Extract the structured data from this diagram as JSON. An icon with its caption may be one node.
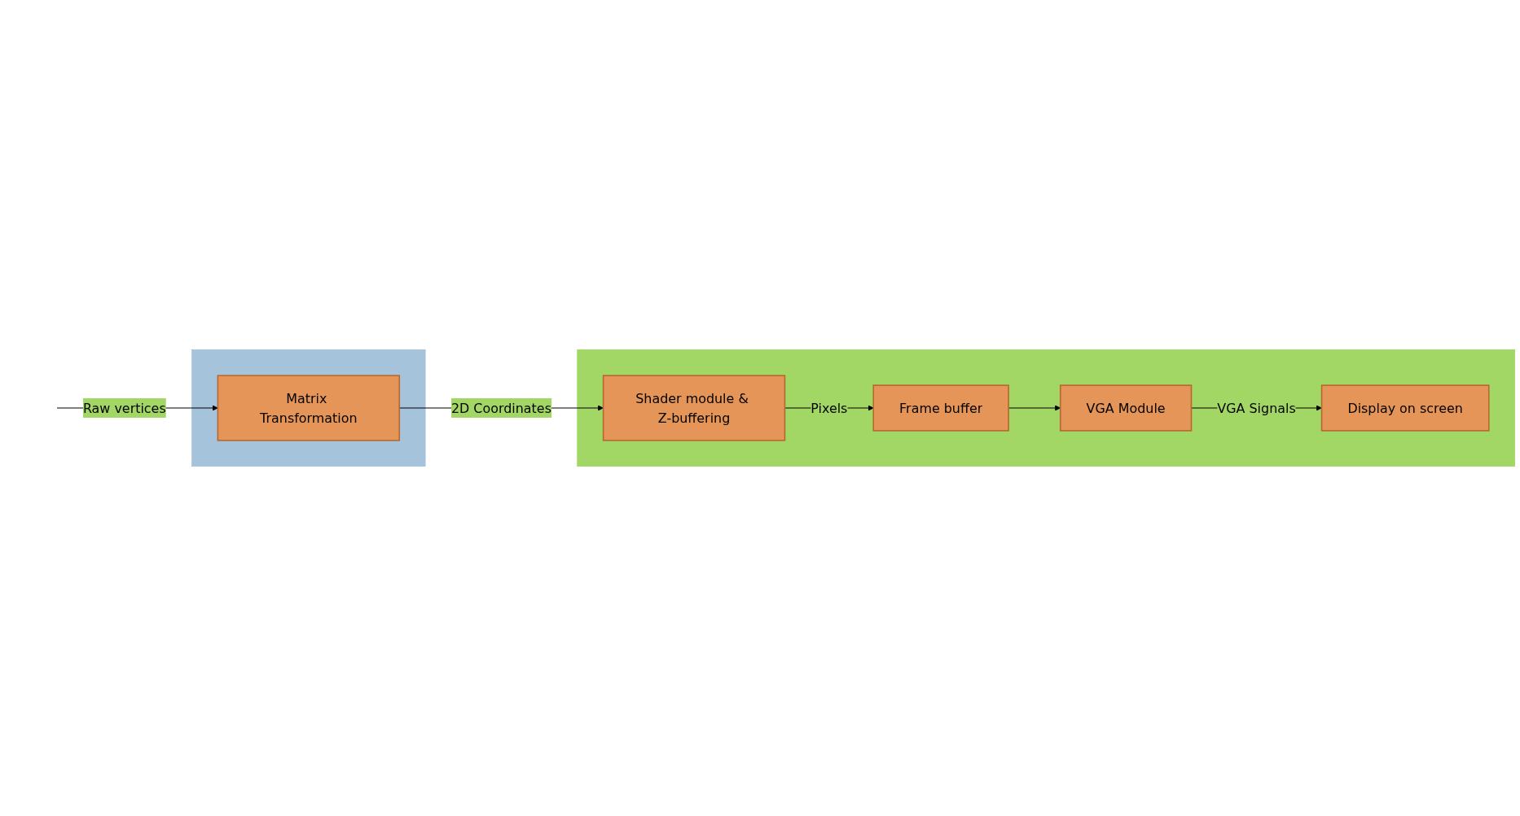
{
  "diagram": {
    "nodes": [
      {
        "text": [],
        "shape": "box"
      },
      {
        "text": [
          "Matrix Transformation"
        ],
        "in": 0
      },
      {
        "text": [],
        "shape": "box"
      },
      {
        "text": [
          "Shader module & Z-buffering"
        ],
        "in": 2
      },
      {
        "text": [
          "Display on screen"
        ],
        "in": 2
      },
      {
        "text": [
          "VGA Module"
        ],
        "in": 2
      },
      {
        "text": [
          "Frame buffer"
        ],
        "in": 2
      }
    ],
    "edges": [
      {
        "from": null,
        "to": 1,
        "arrow": "to",
        "label": "Raw vertices"
      },
      {
        "from": 1,
        "to": 3,
        "arrow": "to",
        "label": "2D Coordinates"
      },
      {
        "from": 3,
        "to": 6,
        "arrow": "to",
        "label": "Pixels"
      },
      {
        "from": 6,
        "to": 5,
        "arrow": "to"
      },
      {
        "from": 5,
        "to": 4,
        "arrow": "to",
        "label": "VGA Signals"
      }
    ]
  }
}
